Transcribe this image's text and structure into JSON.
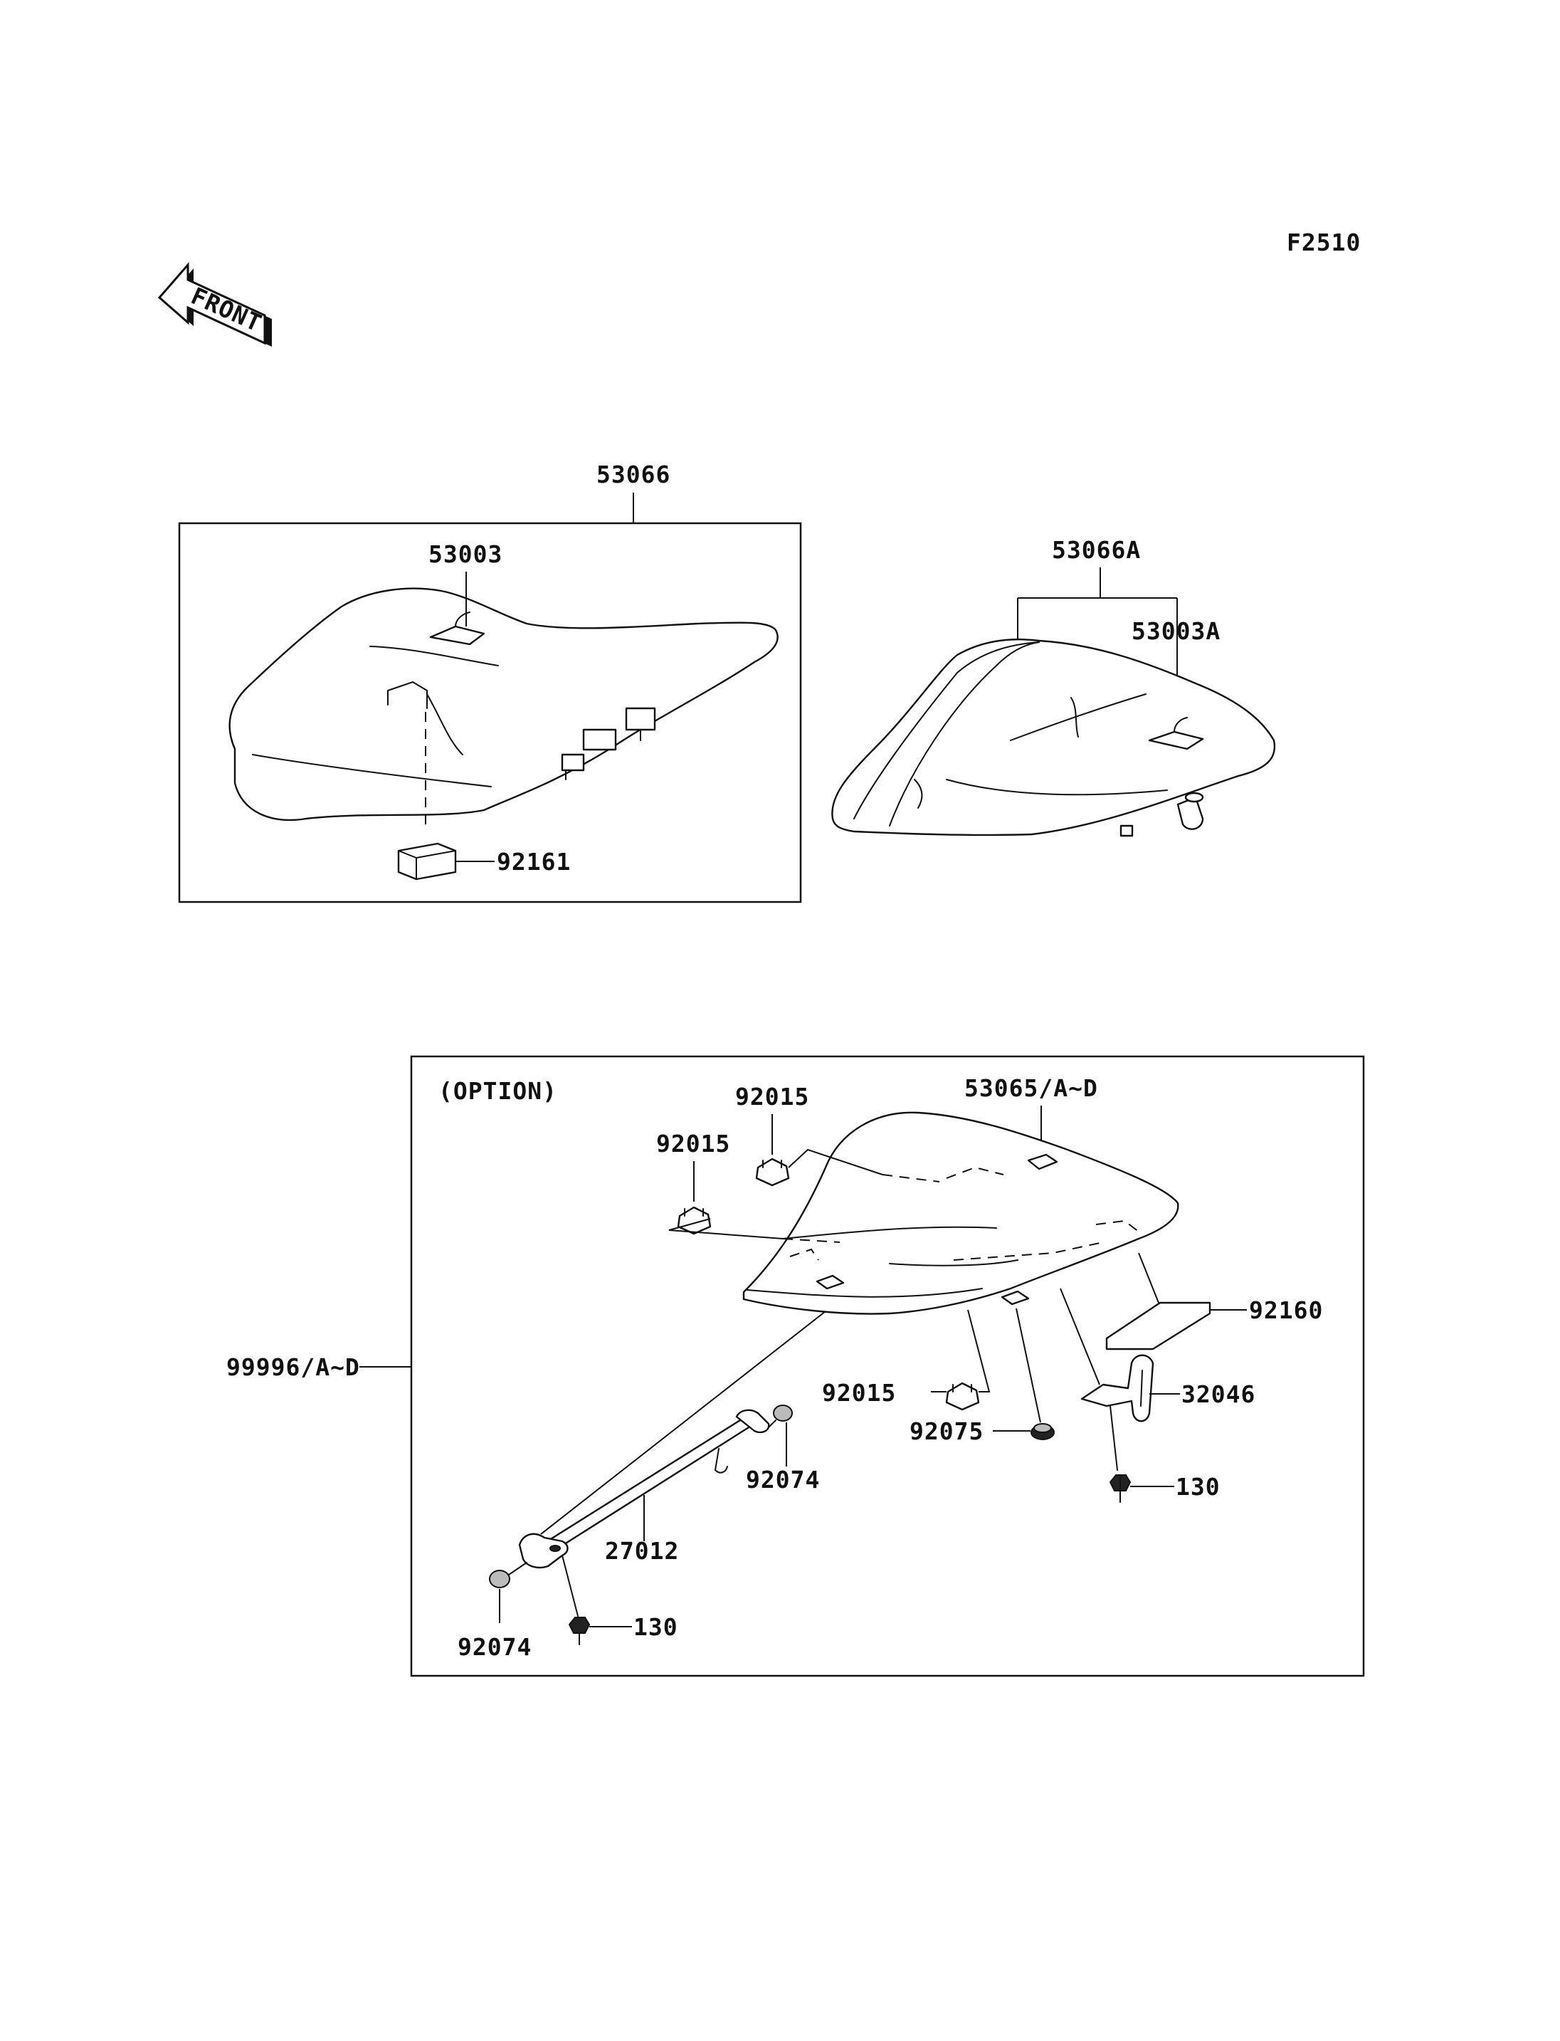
{
  "diagram_id": "F2510",
  "front_marker": "FRONT",
  "labels": {
    "seat_assy": "53066",
    "seat_cover": "53003",
    "damper": "92161",
    "seat_assy_alt": "53066A",
    "seat_cover_alt": "53003A",
    "option": "(OPTION)",
    "single_seat_cover": "53065/A~D",
    "option_kit": "99996/A~D",
    "nut_a": "92015",
    "nut_b": "92015",
    "nut_c": "92015",
    "pad": "92160",
    "bracket": "32046",
    "grommet": "92075",
    "bolt_right": "130",
    "bolt_left": "130",
    "stay": "27012",
    "cap_right": "92074",
    "cap_left": "92074"
  }
}
